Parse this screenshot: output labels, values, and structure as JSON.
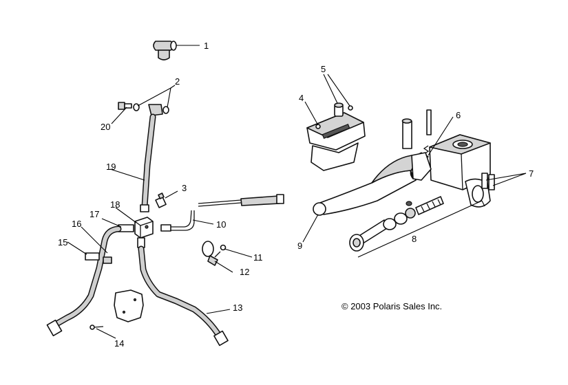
{
  "diagram": {
    "callouts": [
      "1",
      "2",
      "3",
      "4",
      "5",
      "6",
      "7",
      "8",
      "9",
      "10",
      "11",
      "12",
      "13",
      "14",
      "15",
      "16",
      "17",
      "18",
      "19",
      "20"
    ],
    "copyright": "© 2003 Polaris Sales Inc."
  }
}
